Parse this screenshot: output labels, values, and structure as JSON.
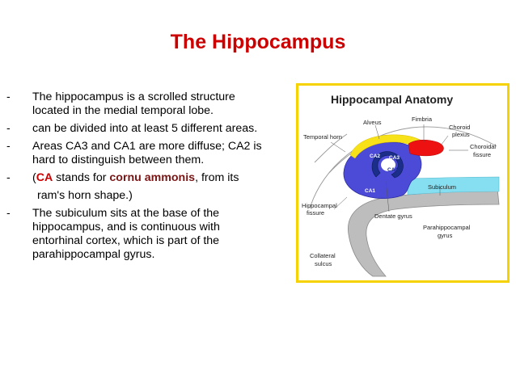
{
  "slide": {
    "title": "The Hippocampus",
    "bullets": [
      {
        "dash": "-",
        "lines": [
          "The hippocampus is a scrolled structure",
          "located in the medial temporal lobe."
        ]
      },
      {
        "dash": "-",
        "lines": [
          "can be divided into at least 5 different areas."
        ]
      },
      {
        "dash": "-",
        "lines": [
          "Areas CA3 and CA1 are more diffuse; CA2 is",
          "hard to distinguish between them."
        ]
      },
      {
        "dash": "-",
        "pre": "(",
        "term1": "CA",
        "mid": " stands for ",
        "term2": "cornu ammonis",
        "post": ", from its",
        "cont": "ram's horn shape.)"
      },
      {
        "dash": "-",
        "lines": [
          "The subiculum sits at the base of the",
          "hippocampus, and is continuous with",
          "entorhinal cortex, which is part of the",
          "parahippocampal gyrus."
        ]
      }
    ]
  },
  "figure": {
    "title": "Hippocampal Anatomy",
    "labels": {
      "alveus": "Alveus",
      "fimbria": "Fimbria",
      "choroid_plexus_1": "Choroid",
      "choroid_plexus_2": "plexus",
      "temporal_horn": "Temporal horn",
      "choroidal_fissure_1": "Choroidal",
      "choroidal_fissure_2": "fissure",
      "ca2": "CA2",
      "ca3": "CA3",
      "ca4": "CA4",
      "ca1": "CA1",
      "hippocampal_fissure_1": "Hippocampal",
      "hippocampal_fissure_2": "fissure",
      "dentate_gyrus": "Dentate gyrus",
      "subiculum": "Subiculum",
      "parahippocampal_gyrus_1": "Parahippocampal",
      "parahippocampal_gyrus_2": "gyrus",
      "collateral_sulcus_1": "Collateral",
      "collateral_sulcus_2": "sulcus"
    }
  },
  "colors": {
    "title": "#cc0000",
    "frame": "#f5d200",
    "ca_fields": "#4b4bd8",
    "subiculum": "#86dff0",
    "fimbria": "#ee1111",
    "alveus": "#f7e21a",
    "gyrus": "#bdbdbd",
    "dentate": "#1b2f8a"
  }
}
